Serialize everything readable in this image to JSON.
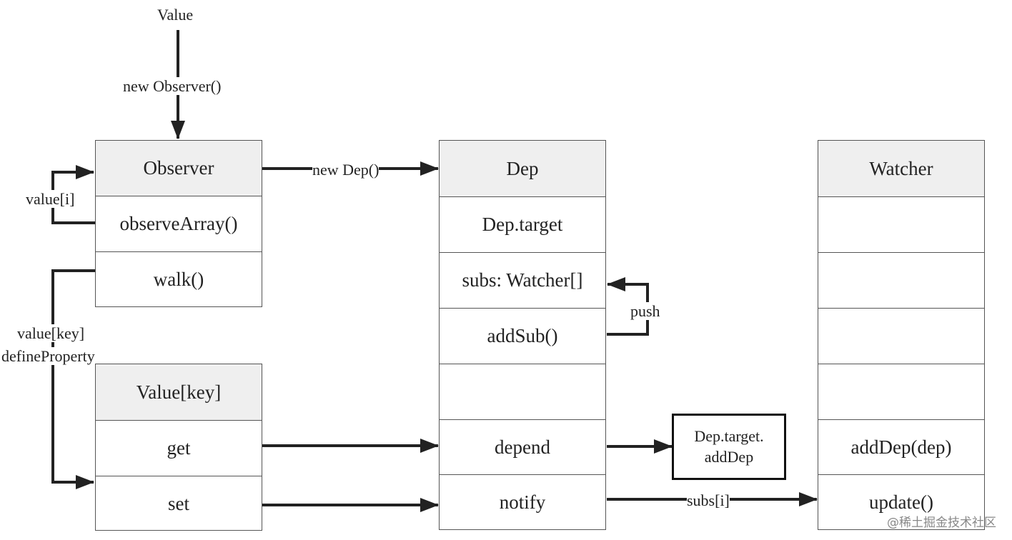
{
  "input_label": "Value",
  "arrow_labels": {
    "new_observer": "new Observer()",
    "new_dep": "new Dep()",
    "value_i": "value[i]",
    "value_key": "value[key]",
    "define_property": "defineProperty",
    "push": "push",
    "subs_i": "subs[i]"
  },
  "observer": {
    "title": "Observer",
    "rows": [
      "observeArray()",
      "walk()"
    ]
  },
  "value_key": {
    "title": "Value[key]",
    "rows": [
      "get",
      "set"
    ]
  },
  "dep": {
    "title": "Dep",
    "rows": [
      "Dep.target",
      "subs: Watcher[]",
      "addSub()",
      "",
      "depend",
      "notify"
    ]
  },
  "note": {
    "line1": "Dep.target.",
    "line2": "addDep"
  },
  "watcher": {
    "title": "Watcher",
    "rows": [
      "",
      "",
      "",
      "",
      "addDep(dep)",
      "update()"
    ]
  },
  "watermark": "@稀土掘金技术社区"
}
